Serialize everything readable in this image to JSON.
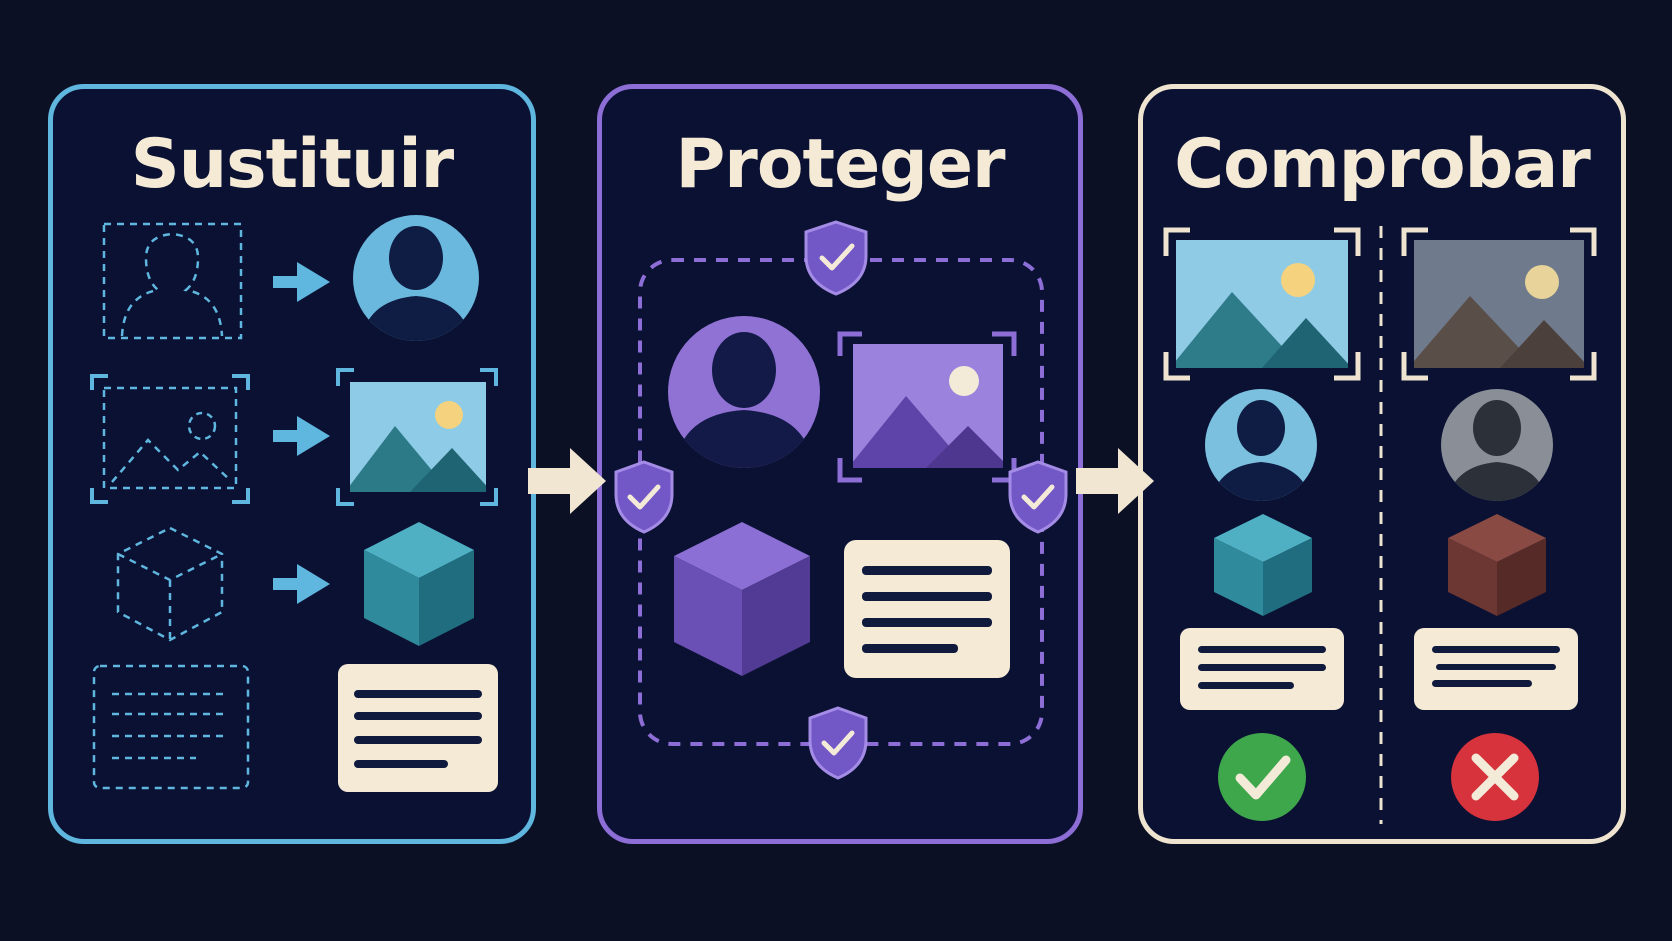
{
  "panels": [
    {
      "title": "Sustituir"
    },
    {
      "title": "Proteger"
    },
    {
      "title": "Comprobar"
    }
  ],
  "colors": {
    "background": "#0b1024",
    "panel_fill": "#0a1133",
    "sustituir_border": "#5fb6de",
    "proteger_border": "#8d6ed6",
    "comprobar_border": "#efe4cf",
    "arrow": "#efe4cf",
    "valid": "#3ea64b",
    "invalid": "#d6333d"
  },
  "icons": {
    "sustituir": [
      "placeholder-person-icon",
      "arrow-right-icon",
      "person-avatar-icon",
      "placeholder-image-icon",
      "landscape-image-icon",
      "placeholder-cube-icon",
      "cube-icon",
      "placeholder-text-icon",
      "text-card-icon"
    ],
    "proteger": [
      "shield-check-icon",
      "person-avatar-icon",
      "landscape-image-icon",
      "cube-icon",
      "text-card-icon"
    ],
    "comprobar": [
      "landscape-image-icon",
      "person-avatar-icon",
      "cube-icon",
      "text-card-icon",
      "check-circle-icon",
      "x-circle-icon"
    ],
    "connectors": [
      "arrow-right-icon",
      "arrow-right-icon"
    ]
  },
  "status": {
    "valid": "check",
    "invalid": "cross"
  }
}
